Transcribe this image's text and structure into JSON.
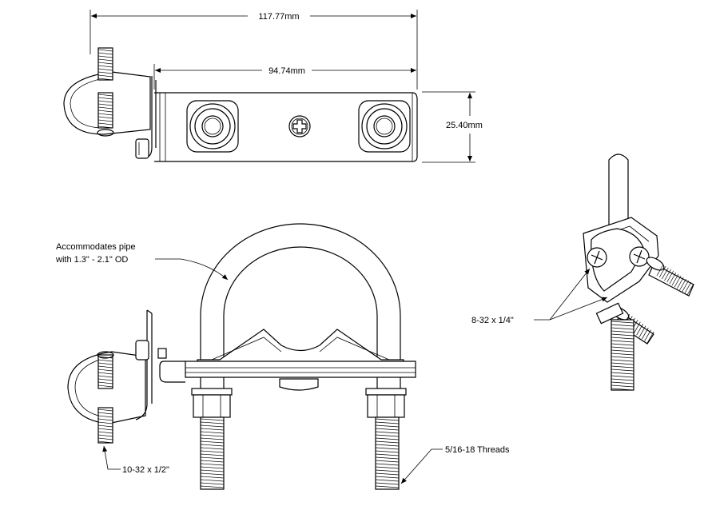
{
  "dimensions": {
    "overall_length": "117.77mm",
    "plate_length": "94.74mm",
    "plate_height": "25.40mm"
  },
  "callouts": {
    "pipe_line1": "Accommodates pipe",
    "pipe_line2": "with 1.3\" - 2.1\" OD",
    "screw": "8-32 x 1/4\"",
    "stud": "10-32 x 1/2\"",
    "threads": "5/16-18 Threads"
  }
}
